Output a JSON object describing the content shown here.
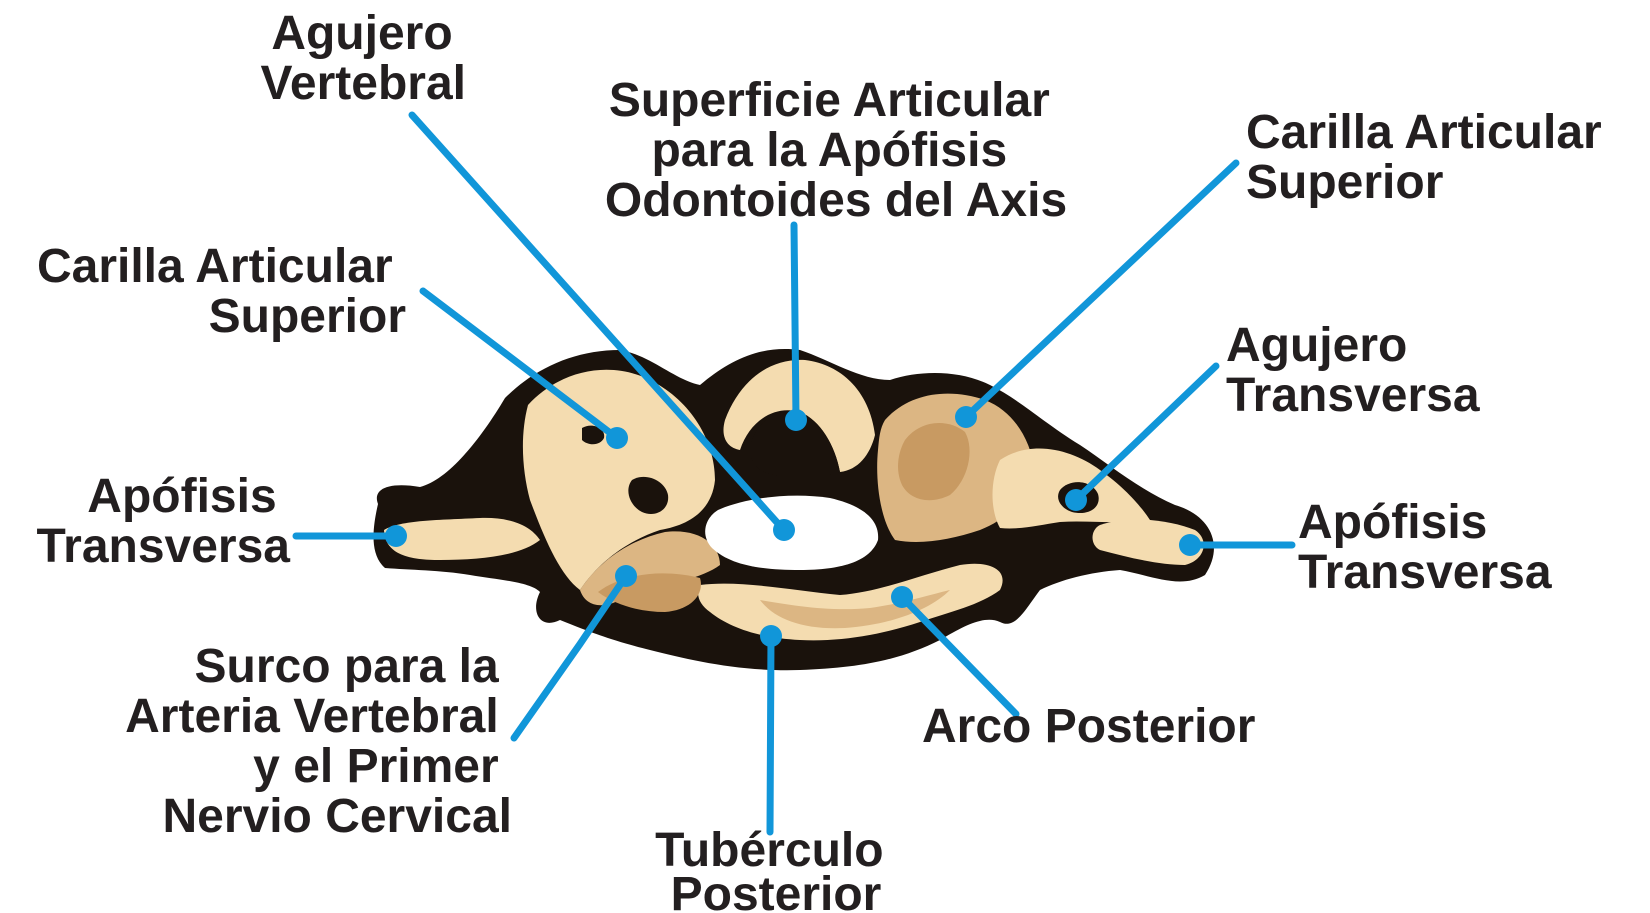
{
  "colors": {
    "leader": "#1196d9",
    "bone_light": "#f4dcb0",
    "bone_mid": "#dcb683",
    "bone_dark": "#c89a62",
    "outline": "#1a120c",
    "text": "#231f20"
  },
  "labels": {
    "agujero_vertebral": [
      "Agujero",
      "Vertebral"
    ],
    "superficie_articular": [
      "Superficie Articular",
      "para la Apófisis",
      "Odontoides del Axis"
    ],
    "carilla_superior_right": [
      "Carilla Articular",
      "Superior"
    ],
    "carilla_superior_left": [
      "Carilla Articular",
      "Superior"
    ],
    "agujero_transverso": [
      "Agujero",
      "Transversa"
    ],
    "apofisis_left": [
      "Apófisis",
      "Transversa"
    ],
    "apofisis_right": [
      "Apófisis",
      "Transversa"
    ],
    "surco": [
      "Surco para la",
      "Arteria Vertebral",
      "y el Primer",
      "Nervio Cervical"
    ],
    "arco_posterior": [
      "Arco Posterior"
    ],
    "tuberculo": [
      "Tubérculo",
      "Posterior"
    ]
  }
}
